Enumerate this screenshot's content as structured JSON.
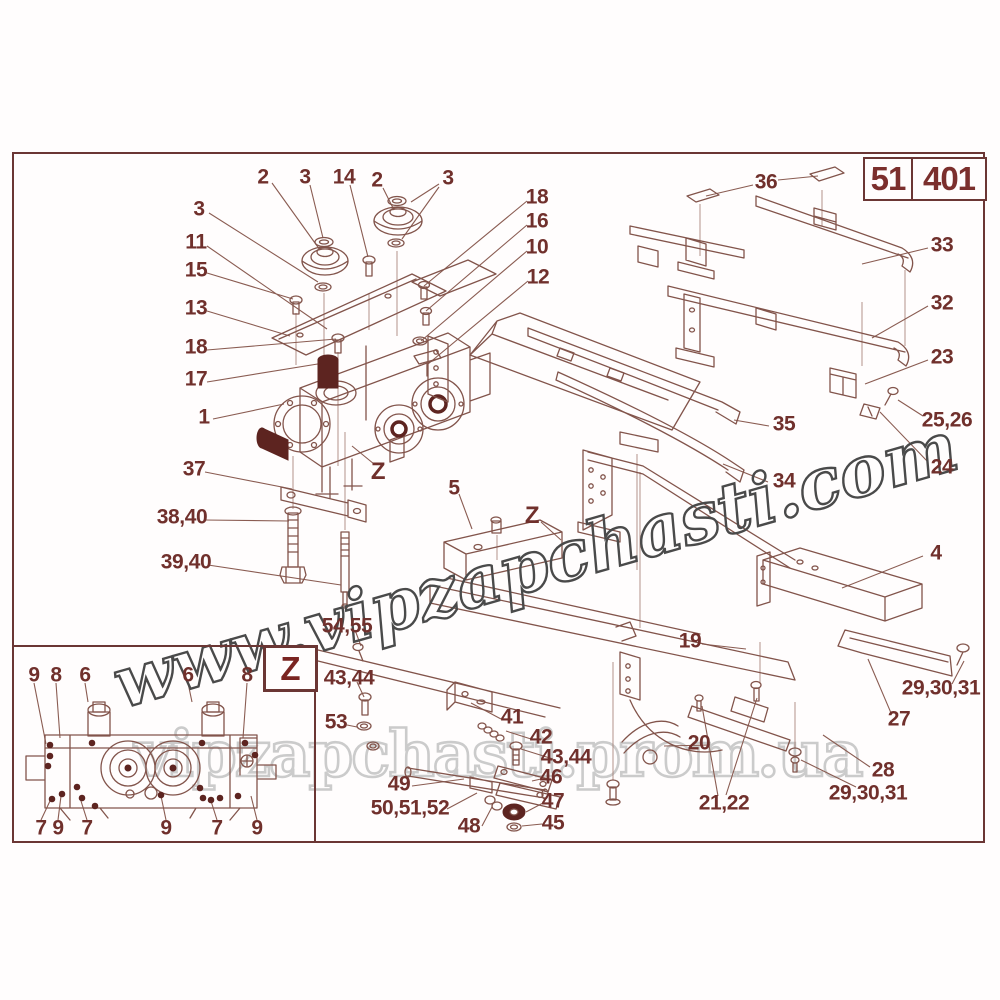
{
  "page_box": {
    "section": "51",
    "page": "401"
  },
  "detail_view": {
    "label": "Z"
  },
  "watermarks": {
    "diagonal": "www.vipzapchasti.com",
    "horizontal": "vipzapchasti.prom.ua"
  },
  "colors": {
    "line": "#82544b",
    "label_text": "#70302c",
    "border": "#6b3634",
    "dark_fill": "#5d2420",
    "watermark_dark": "#4a4a4a",
    "watermark_light": "#cbcbcb"
  },
  "callouts": [
    "2",
    "3",
    "14",
    "2",
    "3",
    "18",
    "16",
    "10",
    "12",
    "36",
    "33",
    "32",
    "23",
    "25,26",
    "24",
    "3",
    "11",
    "15",
    "13",
    "18",
    "17",
    "1",
    "37",
    "38,40",
    "39,40",
    "35",
    "34",
    "Z",
    "5",
    "Z",
    "4",
    "54,55",
    "43,44",
    "53",
    "41",
    "42",
    "43,44",
    "46",
    "49",
    "50,51,52",
    "47",
    "48",
    "45",
    "19",
    "20",
    "21,22",
    "28",
    "29,30,31",
    "29,30,31",
    "27",
    "9",
    "8",
    "6",
    "6",
    "8",
    "7",
    "9",
    "7",
    "9",
    "7",
    "9"
  ]
}
